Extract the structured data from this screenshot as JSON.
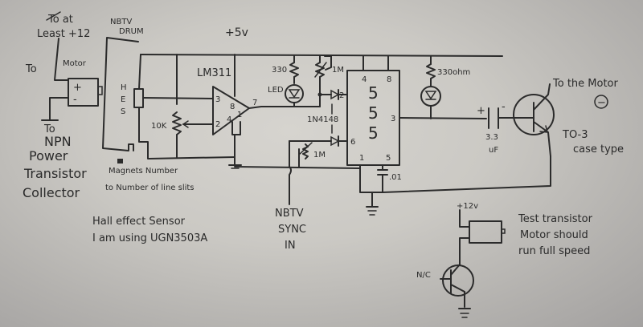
{
  "diagram": {
    "title": "NBTV drum motor sync circuit (hand-drawn)",
    "supply_label": "+5v",
    "labels": {
      "to_at_least_12_line1": "To at",
      "to_at_least_12_line2": "Least +12",
      "to": "To",
      "motor": "Motor",
      "motor_plus": "+",
      "motor_minus": "-",
      "to_npn_line1": "To",
      "to_npn_line2": "NPN",
      "power_transistor_collector_line1": "Power",
      "power_transistor_collector_line2": "Transistor",
      "power_transistor_collector_line3": "Collector",
      "nbtv_drum_line1": "NBTV",
      "nbtv_drum_line2": "DRUM",
      "hes_h": "H",
      "hes_e": "E",
      "hes_s": "S",
      "magnets_line1": "Magnets Number",
      "magnets_line2": "to Number of line slits",
      "hall_line1": "Hall effect Sensor",
      "hall_line2": "I am using UGN3503A",
      "nbtv_sync_line1": "NBTV",
      "nbtv_sync_line2": "SYNC",
      "nbtv_sync_line3": "IN",
      "to_the_motor": "To the Motor",
      "minus_circle": "−",
      "to3_line1": "TO-3",
      "to3_line2": "case type",
      "cap_value_line1": "3.3",
      "cap_value_line2": "uF",
      "cap_plus": "+",
      "cap_minus": "-",
      "test_line1": "Test transistor",
      "test_line2": "Motor should",
      "test_line3": "run full speed",
      "test_supply": "+12v",
      "nc": "N/C"
    },
    "components": {
      "comparator": {
        "name": "LM311",
        "pins": [
          "3",
          "2",
          "8",
          "4",
          "1",
          "7"
        ]
      },
      "pot_10k": "10K",
      "r_330": "330",
      "led_label": "LED",
      "pot_1m_top": "1M",
      "pot_1m_bottom": "1M",
      "diode": "1N4148",
      "timer": {
        "name_chars": [
          "5",
          "5",
          "5"
        ],
        "pins": [
          "4",
          "8",
          "2",
          "3",
          "6",
          "1",
          "5"
        ]
      },
      "cap_01": ".01",
      "r_330ohm": "330ohm"
    }
  }
}
